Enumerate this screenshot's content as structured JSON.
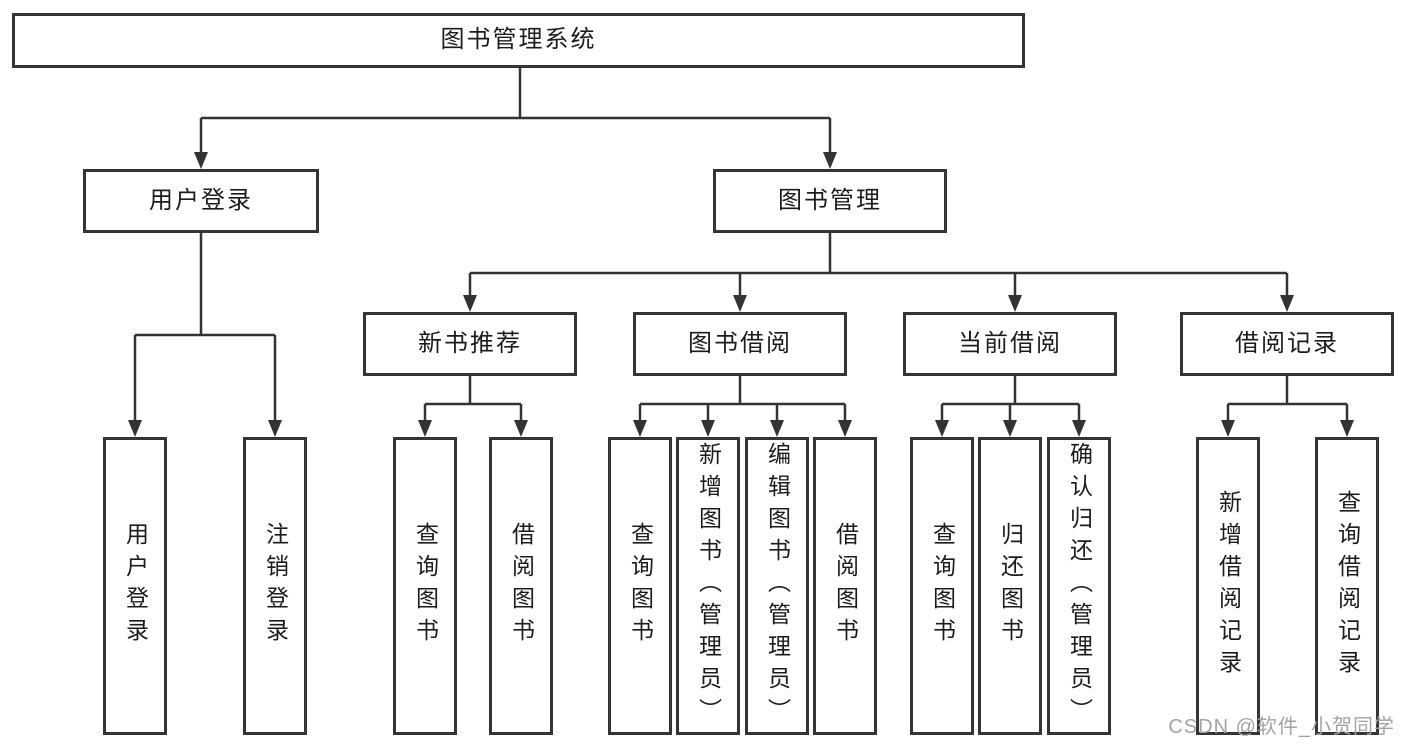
{
  "diagram": {
    "title": "图书管理系统",
    "tree": {
      "root": {
        "label": "图书管理系统",
        "children": [
          {
            "label": "用户登录",
            "children": [
              {
                "label": "用户登录"
              },
              {
                "label": "注销登录"
              }
            ]
          },
          {
            "label": "图书管理",
            "children": [
              {
                "label": "新书推荐",
                "children": [
                  {
                    "label": "查询图书"
                  },
                  {
                    "label": "借阅图书"
                  }
                ]
              },
              {
                "label": "图书借阅",
                "children": [
                  {
                    "label": "查询图书"
                  },
                  {
                    "label": "新增图书（管理员）"
                  },
                  {
                    "label": "编辑图书（管理员）"
                  },
                  {
                    "label": "借阅图书"
                  }
                ]
              },
              {
                "label": "当前借阅",
                "children": [
                  {
                    "label": "查询图书"
                  },
                  {
                    "label": "归还图书"
                  },
                  {
                    "label": "确认归还（管理员）"
                  }
                ]
              },
              {
                "label": "借阅记录",
                "children": [
                  {
                    "label": "新增借阅记录"
                  },
                  {
                    "label": "查询借阅记录"
                  }
                ]
              }
            ]
          }
        ]
      }
    }
  },
  "watermark": {
    "text": "CSDN @软件_小贺同学"
  },
  "colors": {
    "line": "#333333",
    "box_border": "#353535",
    "text": "#1c1c1c",
    "watermark": "#a3a3a3",
    "background": "#ffffff"
  }
}
